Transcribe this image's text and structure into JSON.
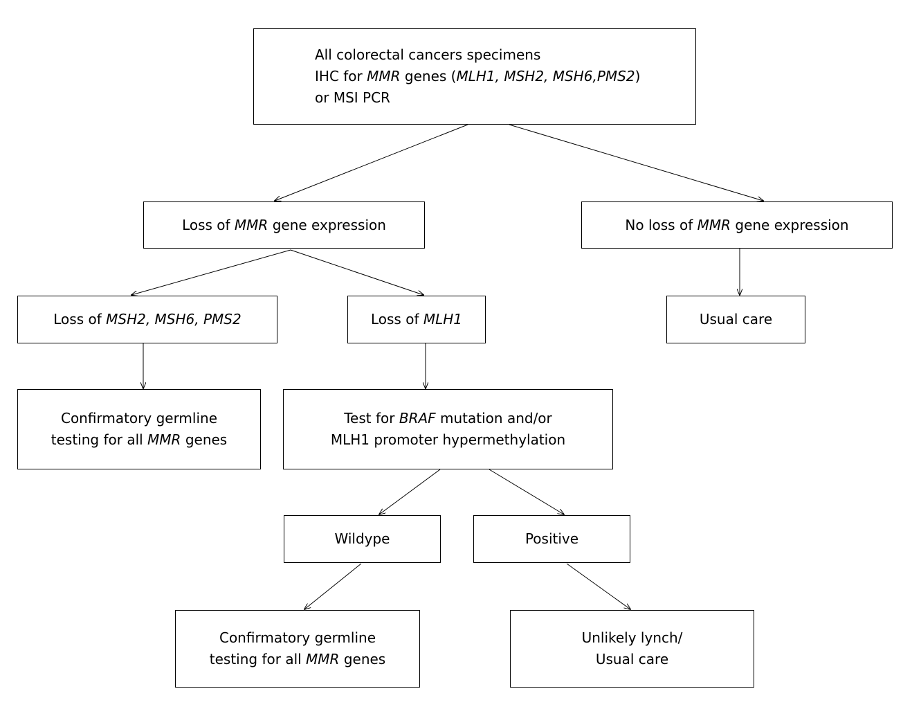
{
  "nodes": {
    "root": {
      "line1": "All colorectal cancers specimens",
      "line2_a": "IHC for ",
      "line2_b": "MMR",
      "line2_c": " genes (",
      "line2_d": "MLH1, MSH2, MSH6,PMS2",
      "line2_e": ")",
      "line3": "or MSI PCR"
    },
    "loss_mmr": {
      "a": "Loss of ",
      "b": "MMR",
      "c": " gene expression"
    },
    "no_loss_mmr": {
      "a": "No loss of ",
      "b": "MMR",
      "c": " gene expression"
    },
    "loss_msh": {
      "a": "Loss of ",
      "b": "MSH2, MSH6, PMS2"
    },
    "loss_mlh1": {
      "a": "Loss of ",
      "b": "MLH1"
    },
    "usual_care": {
      "text": "Usual care"
    },
    "confirmatory_1": {
      "line1": "Confirmatory germline",
      "line2_a": "testing for all ",
      "line2_b": "MMR",
      "line2_c": " genes"
    },
    "braf_test": {
      "line1_a": "Test for ",
      "line1_b": "BRAF",
      "line1_c": " mutation and/or",
      "line2": "MLH1 promoter hypermethylation"
    },
    "wildtype": {
      "text": "Wildype"
    },
    "positive": {
      "text": "Positive"
    },
    "confirmatory_2": {
      "line1": "Confirmatory germline",
      "line2_a": "testing for all ",
      "line2_b": "MMR",
      "line2_c": " genes"
    },
    "unlikely_lynch": {
      "line1": "Unlikely lynch/",
      "line2": "Usual care"
    }
  },
  "edges": [
    {
      "from": "root",
      "to": "loss_mmr"
    },
    {
      "from": "root",
      "to": "no_loss_mmr"
    },
    {
      "from": "loss_mmr",
      "to": "loss_msh"
    },
    {
      "from": "loss_mmr",
      "to": "loss_mlh1"
    },
    {
      "from": "no_loss_mmr",
      "to": "usual_care"
    },
    {
      "from": "loss_msh",
      "to": "confirmatory_1"
    },
    {
      "from": "loss_mlh1",
      "to": "braf_test"
    },
    {
      "from": "braf_test",
      "to": "wildtype"
    },
    {
      "from": "braf_test",
      "to": "positive"
    },
    {
      "from": "wildtype",
      "to": "confirmatory_2"
    },
    {
      "from": "positive",
      "to": "unlikely_lynch"
    }
  ],
  "colors": {
    "line": "#000000",
    "box_border": "#000000",
    "background": "#ffffff"
  }
}
